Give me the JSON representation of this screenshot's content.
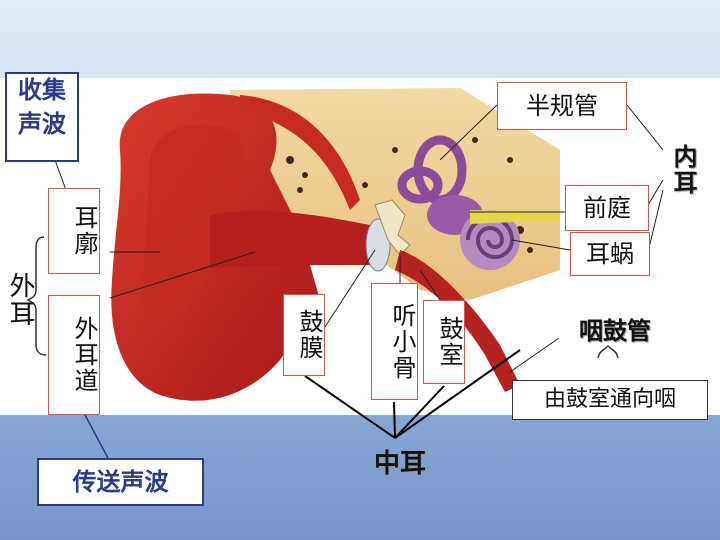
{
  "labels": {
    "collect_sound": "收集声波",
    "pinna": "耳廓",
    "outer_ear": "外耳",
    "ear_canal": "外耳道",
    "transmit_sound": "传送声波",
    "eardrum": "鼓膜",
    "ossicles": "听小骨",
    "tympanic_cavity": "鼓室",
    "middle_ear": "中耳",
    "semicircular_canals": "半规管",
    "vestibule": "前庭",
    "cochlea": "耳蜗",
    "inner_ear": "内耳",
    "eustachian_tube": "咽鼓管",
    "eustachian_desc": "由鼓室通向咽"
  },
  "colors": {
    "blue_label": "#2b3a8a",
    "red_border": "#d9534f",
    "band_blue": "#7f9fcf"
  }
}
